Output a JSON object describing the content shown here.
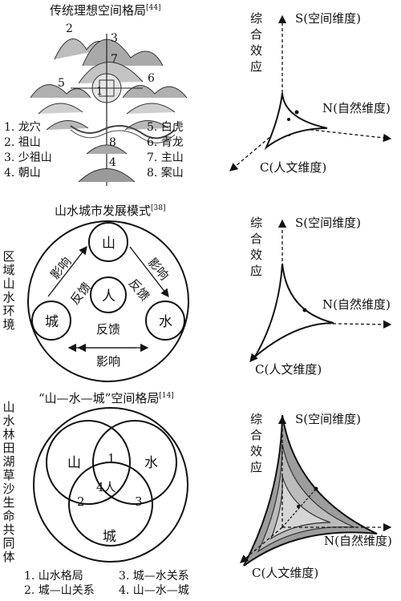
{
  "panel1": {
    "title": "传统理想空间格局",
    "title_ref": "[44]",
    "map_numbers": [
      "1",
      "2",
      "3",
      "4",
      "5",
      "6",
      "7",
      "8"
    ],
    "legend_left": [
      "1. 龙穴",
      "2. 祖山",
      "3. 少祖山",
      "4. 朝山"
    ],
    "legend_right": [
      "5. 白虎",
      "6. 青龙",
      "7. 主山",
      "8. 案山"
    ]
  },
  "panel2": {
    "title": "山水城市发展模式",
    "title_ref": "[38]",
    "side_text": "区域山水环境",
    "nodes": [
      "山",
      "人",
      "城",
      "水"
    ],
    "labels": {
      "influence_left": "影响",
      "influence_right": "影响",
      "influence_bottom": "影响",
      "feedback_left": "反馈",
      "feedback_right": "反馈",
      "feedback_bottom": "反馈"
    }
  },
  "panel3": {
    "title": "“山—水—城”空间格局",
    "title_ref": "[14]",
    "side_text": "山水林田湖草沙生命共同体",
    "circle_labels": {
      "mountain": "山",
      "water": "水",
      "city": "城",
      "n1": "1",
      "n2": "2",
      "n3": "3",
      "center": "4人"
    },
    "legend_left": [
      "1. 山水格局",
      "2. 城—山关系"
    ],
    "legend_right": [
      "3. 城—水关系",
      "4. 山—水—城"
    ]
  },
  "axes": {
    "y_label": "综合效应",
    "s_label": "S(空间维度)",
    "n_label": "N(自然维度)",
    "c_label": "C(人文维度)",
    "origin": "0"
  }
}
